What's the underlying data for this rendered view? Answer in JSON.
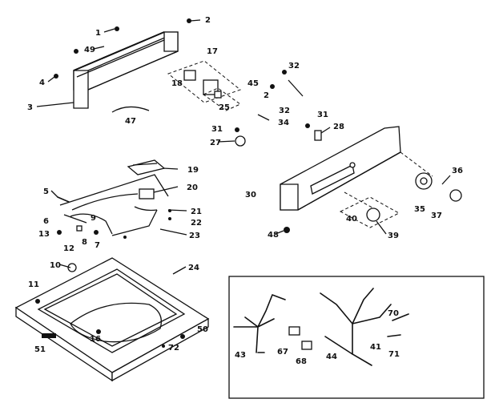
{
  "labels": [
    "1",
    "2",
    "3",
    "4",
    "5",
    "6",
    "7",
    "8",
    "9",
    "10",
    "11",
    "12",
    "13",
    "16",
    "17",
    "18",
    "19",
    "20",
    "21",
    "22",
    "23",
    "24",
    "25",
    "27",
    "28",
    "30",
    "31",
    "31",
    "32",
    "32",
    "34",
    "35",
    "36",
    "37",
    "39",
    "40",
    "41",
    "43",
    "44",
    "45",
    "47",
    "48",
    "49",
    "50",
    "51",
    "67",
    "68",
    "70",
    "71",
    "72"
  ],
  "icons": [
    "console-backguard",
    "tub-top",
    "wire-harness",
    "screw",
    "knob",
    "timer-switch",
    "timer-dial",
    "lid-switch"
  ]
}
